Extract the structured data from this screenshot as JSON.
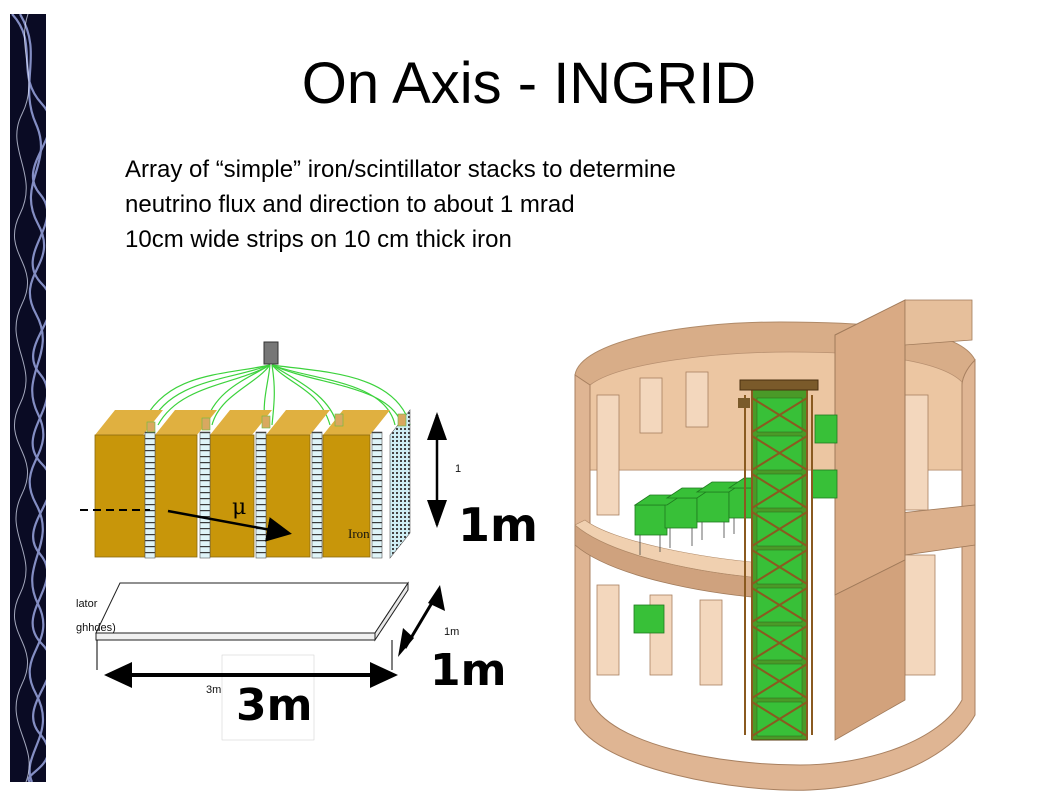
{
  "slide": {
    "title": "On Axis - INGRID",
    "bullets": [
      "Array of “simple” iron/scintillator stacks to determine",
      "neutrino flux and direction to about 1 mrad",
      "10cm wide strips on 10 cm thick iron"
    ]
  },
  "module_diagram": {
    "mu_label": "μ",
    "iron_label": "Iron",
    "height_small": "1",
    "height_big": "1m",
    "scint_label_1": "lator",
    "scint_label_2": "ghhdes)",
    "depth_small": "1m",
    "depth_big": "1m",
    "width_small": "3m",
    "width_big": "3m"
  },
  "colors": {
    "iron": "#c8960a",
    "scintillator": "#bfe6ee",
    "fibers": "#3cd23c",
    "hall": "#e0b894",
    "modules": "#38c038",
    "background_strip": "#0a0b24"
  }
}
